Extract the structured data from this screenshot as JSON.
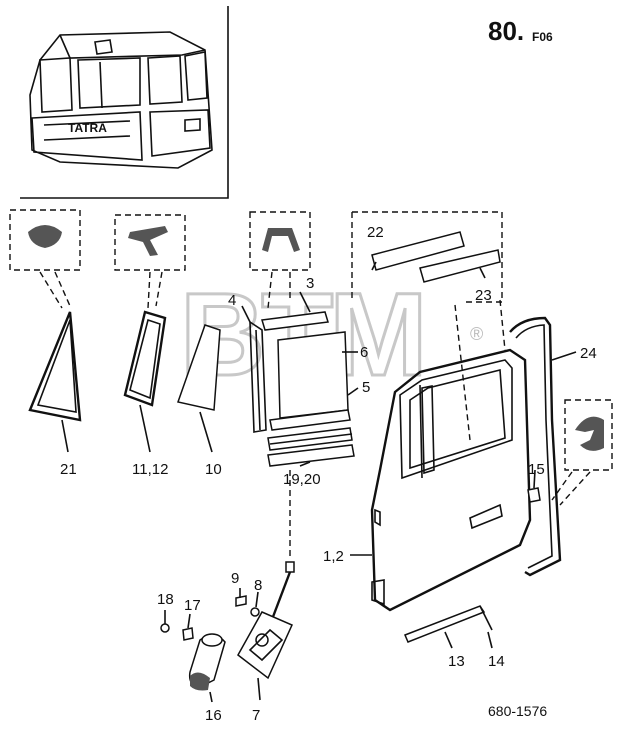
{
  "header": {
    "page_number": "80.",
    "page_suffix": "F06"
  },
  "footer": {
    "drawing_code": "680-1576"
  },
  "watermark": {
    "text": "BTM",
    "mark": "®"
  },
  "inset": {
    "brand": "TATRA"
  },
  "callouts": [
    {
      "id": "c21",
      "label": "21"
    },
    {
      "id": "c1112",
      "label": "11,12"
    },
    {
      "id": "c10",
      "label": "10"
    },
    {
      "id": "c4",
      "label": "4"
    },
    {
      "id": "c3",
      "label": "3"
    },
    {
      "id": "c6",
      "label": "6"
    },
    {
      "id": "c5",
      "label": "5"
    },
    {
      "id": "c1920",
      "label": "19,20"
    },
    {
      "id": "c22",
      "label": "22"
    },
    {
      "id": "c23",
      "label": "23"
    },
    {
      "id": "c24",
      "label": "24"
    },
    {
      "id": "c15",
      "label": "15"
    },
    {
      "id": "c12b",
      "label": "1,2"
    },
    {
      "id": "c13",
      "label": "13"
    },
    {
      "id": "c14",
      "label": "14"
    },
    {
      "id": "c9",
      "label": "9"
    },
    {
      "id": "c8",
      "label": "8"
    },
    {
      "id": "c18",
      "label": "18"
    },
    {
      "id": "c17",
      "label": "17"
    },
    {
      "id": "c16",
      "label": "16"
    },
    {
      "id": "c7",
      "label": "7"
    }
  ]
}
